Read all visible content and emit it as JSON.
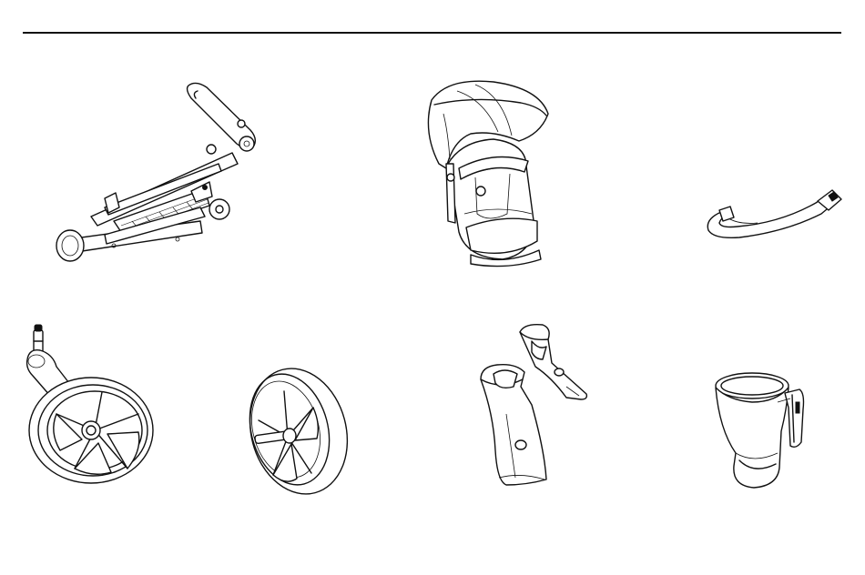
{
  "page": {
    "parts": [
      {
        "name": "stroller-frame-illustration"
      },
      {
        "name": "stroller-seat-illustration"
      },
      {
        "name": "bumper-bar-illustration"
      },
      {
        "name": "front-wheel-illustration"
      },
      {
        "name": "rear-wheel-illustration"
      },
      {
        "name": "car-seat-adapters-illustration"
      },
      {
        "name": "cup-holder-illustration"
      }
    ]
  }
}
